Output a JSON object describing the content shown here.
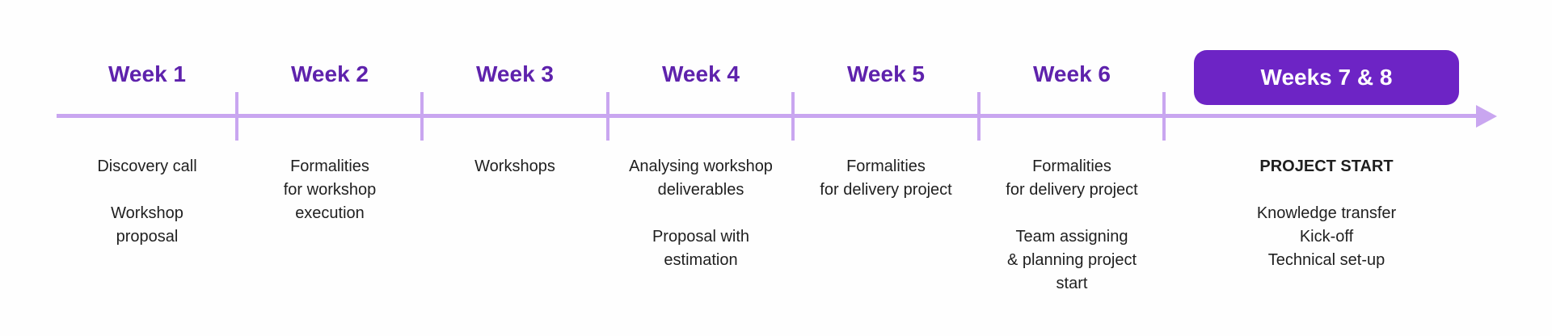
{
  "colors": {
    "background": "#FEFEFE",
    "axis": "#C9A6F0",
    "heading": "#5E22AC",
    "highlight_bg": "#6D24C5",
    "highlight_text": "#FFFFFF",
    "body_text": "#1F1F1F"
  },
  "timeline": {
    "weeks": [
      {
        "label": "Week 1",
        "highlight": false,
        "paragraphs": [
          [
            "Discovery call"
          ],
          [
            "Workshop",
            "proposal"
          ]
        ]
      },
      {
        "label": "Week 2",
        "highlight": false,
        "paragraphs": [
          [
            "Formalities",
            "for workshop",
            "execution"
          ]
        ]
      },
      {
        "label": "Week 3",
        "highlight": false,
        "paragraphs": [
          [
            "Workshops"
          ]
        ]
      },
      {
        "label": "Week 4",
        "highlight": false,
        "paragraphs": [
          [
            "Analysing workshop",
            "deliverables"
          ],
          [
            "Proposal with",
            "estimation"
          ]
        ]
      },
      {
        "label": "Week 5",
        "highlight": false,
        "paragraphs": [
          [
            "Formalities",
            "for delivery project"
          ]
        ]
      },
      {
        "label": "Week 6",
        "highlight": false,
        "paragraphs": [
          [
            "Formalities",
            "for delivery project"
          ],
          [
            "Team assigning",
            "& planning project",
            "start"
          ]
        ]
      },
      {
        "label": "Weeks 7 & 8",
        "highlight": true,
        "paragraphs": [
          [
            "PROJECT START"
          ],
          [
            "Knowledge transfer",
            "Kick-off",
            "Technical set-up"
          ]
        ]
      }
    ]
  }
}
